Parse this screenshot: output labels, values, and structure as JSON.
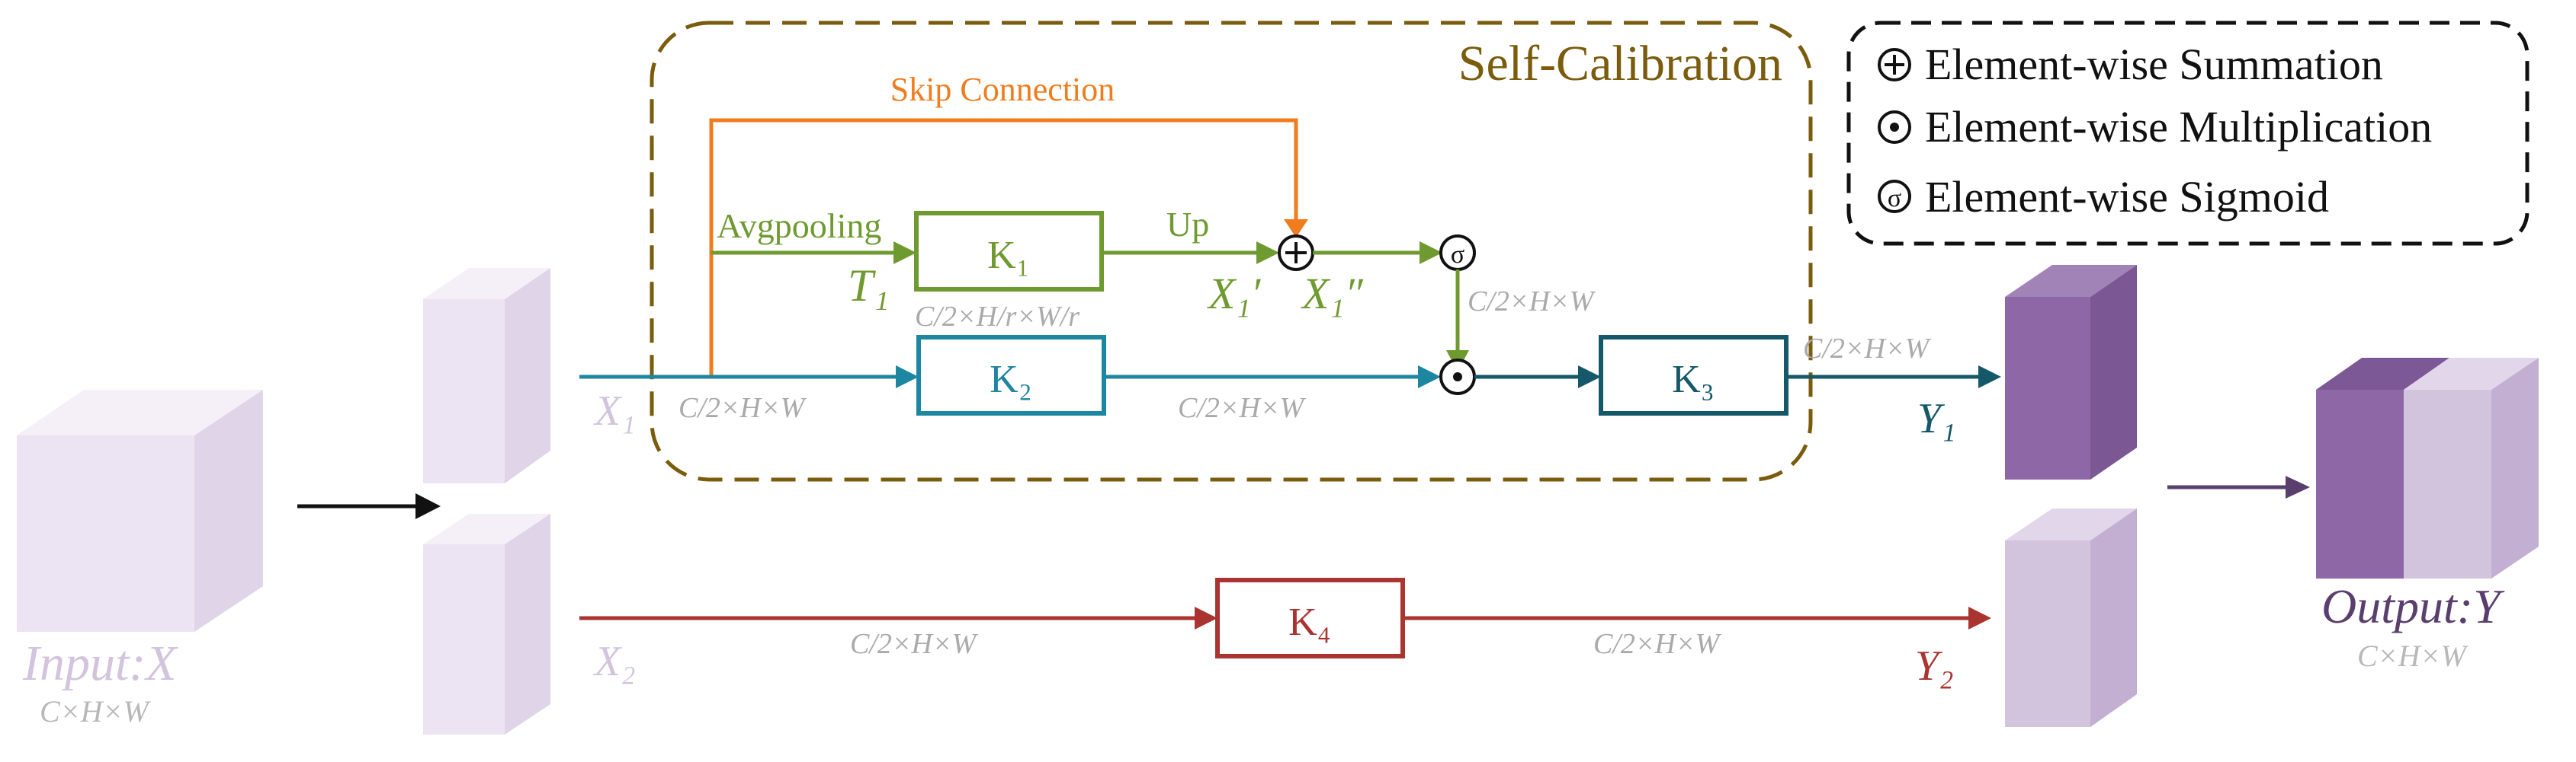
{
  "colors": {
    "self_calibration_border": "#7a5c0c",
    "skip_orange": "#f07c1e",
    "green": "#6f9a30",
    "teal": "#1d86a0",
    "dark_teal": "#14586a",
    "red": "#aa3530",
    "light_purple": "#d3c4dd",
    "light_purple_side": "#c3afd2",
    "purple": "#8e68a6",
    "purple_dark_side": "#7b5793",
    "dim_label": "#aaaaaa",
    "black": "#111111"
  },
  "self_calibration": {
    "title": "Self-Calibration",
    "skip_connection_label": "Skip Connection",
    "avgpooling_label": "Avgpooling",
    "up_label": "Up",
    "k1": "K₁",
    "k2": "K₂",
    "k3": "K₃",
    "t1": "T₁",
    "x1_prime": "X₁′",
    "x1_double_prime": "X₁″",
    "dim_k1_out": "C/2×H/r×W/r",
    "dim_sigmoid_out": "C/2×H×W",
    "dim_x1_in": "C/2×H×W",
    "dim_k2_out": "C/2×H×W",
    "dim_k3_out": "C/2×H×W"
  },
  "legend": {
    "items": [
      {
        "symbol": "⊕",
        "label": "Element-wise Summation"
      },
      {
        "symbol": "⊙",
        "label": "Element-wise Multiplication"
      },
      {
        "symbol": "σ",
        "label": "Element-wise Sigmoid"
      }
    ]
  },
  "inputs": {
    "input_label": "Input:X",
    "input_dim": "C×H×W",
    "x1_label": "X₁",
    "x2_label": "X₂"
  },
  "lower_branch": {
    "k4": "K₄",
    "dim_in": "C/2×H×W",
    "dim_out": "C/2×H×W"
  },
  "outputs": {
    "y1_label": "Y₁",
    "y2_label": "Y₂",
    "output_label": "Output:Y",
    "output_dim": "C×H×W"
  },
  "symbols": {
    "sum": "+",
    "sigmoid": "σ"
  }
}
